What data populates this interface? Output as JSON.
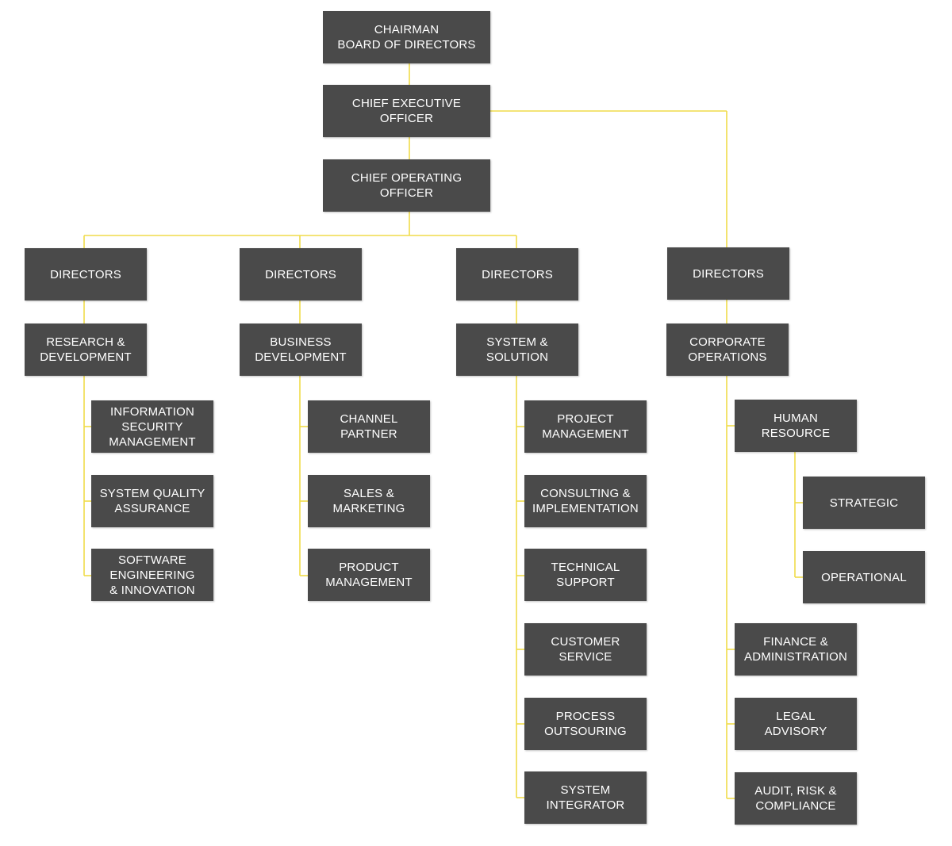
{
  "colors": {
    "box_fill": "#4a4a4a",
    "box_text": "#ffffff",
    "connector": "#f0dc4a",
    "background": "#ffffff"
  },
  "nodes": {
    "chairman": "CHAIRMAN\nBOARD OF DIRECTORS",
    "ceo": "CHIEF EXECUTIVE\nOFFICER",
    "coo": "CHIEF OPERATING\nOFFICER",
    "dir1": "DIRECTORS",
    "dir2": "DIRECTORS",
    "dir3": "DIRECTORS",
    "dir4": "DIRECTORS",
    "rnd": "RESEARCH &\nDEVELOPMENT",
    "bizdev": "BUSINESS\nDEVELOPMENT",
    "syssol": "SYSTEM &\nSOLUTION",
    "corpops": "CORPORATE\nOPERATIONS",
    "infosec": "INFORMATION\nSECURITY\nMANAGEMENT",
    "sqa": "SYSTEM QUALITY\nASSURANCE",
    "swe": "SOFTWARE\nENGINEERING\n& INNOVATION",
    "channel": "CHANNEL\nPARTNER",
    "sales": "SALES &\nMARKETING",
    "product": "PRODUCT\nMANAGEMENT",
    "project": "PROJECT\nMANAGEMENT",
    "consult": "CONSULTING &\nIMPLEMENTATION",
    "tech": "TECHNICAL\nSUPPORT",
    "custserv": "CUSTOMER\nSERVICE",
    "process": "PROCESS\nOUTSOURING",
    "integrator": "SYSTEM\nINTEGRATOR",
    "hr": "HUMAN\nRESOURCE",
    "strategic": "STRATEGIC",
    "operational": "OPERATIONAL",
    "finance": "FINANCE &\nADMINISTRATION",
    "legal": "LEGAL\nADVISORY",
    "audit": "AUDIT, RISK &\nCOMPLIANCE"
  }
}
